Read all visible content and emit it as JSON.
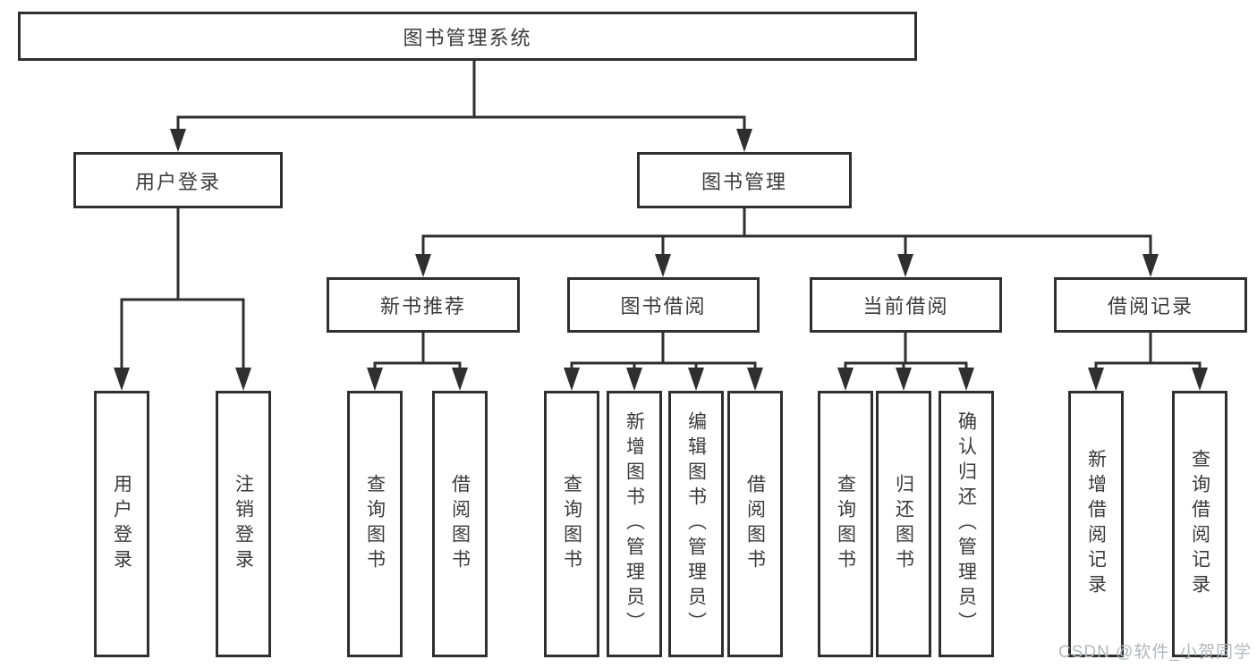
{
  "colors": {
    "background": "#ffffff",
    "box_bg": "#ffffff",
    "line": "#2f2f2f",
    "text": "#3a3a3a",
    "watermark": "#b3b8be"
  },
  "diagram": {
    "root": {
      "label": "图书管理系统"
    },
    "level2": [
      {
        "label": "用户登录"
      },
      {
        "label": "图书管理"
      }
    ],
    "level3": [
      {
        "label": "新书推荐",
        "parent": "图书管理"
      },
      {
        "label": "图书借阅",
        "parent": "图书管理"
      },
      {
        "label": "当前借阅",
        "parent": "图书管理"
      },
      {
        "label": "借阅记录",
        "parent": "图书管理"
      }
    ],
    "leaves": [
      {
        "label": "用户登录",
        "parent": "用户登录"
      },
      {
        "label": "注销登录",
        "parent": "用户登录"
      },
      {
        "label": "查询图书",
        "parent": "新书推荐"
      },
      {
        "label": "借阅图书",
        "parent": "新书推荐"
      },
      {
        "label": "查询图书",
        "parent": "图书借阅"
      },
      {
        "label": "新增图书（管理员）",
        "parent": "图书借阅"
      },
      {
        "label": "编辑图书（管理员）",
        "parent": "图书借阅"
      },
      {
        "label": "借阅图书",
        "parent": "图书借阅"
      },
      {
        "label": "查询图书",
        "parent": "当前借阅"
      },
      {
        "label": "归还图书",
        "parent": "当前借阅"
      },
      {
        "label": "确认归还（管理员）",
        "parent": "当前借阅"
      },
      {
        "label": "新增借阅记录",
        "parent": "借阅记录"
      },
      {
        "label": "查询借阅记录",
        "parent": "借阅记录"
      }
    ]
  },
  "watermark": {
    "text": "CSDN @软件_小贺同学"
  }
}
